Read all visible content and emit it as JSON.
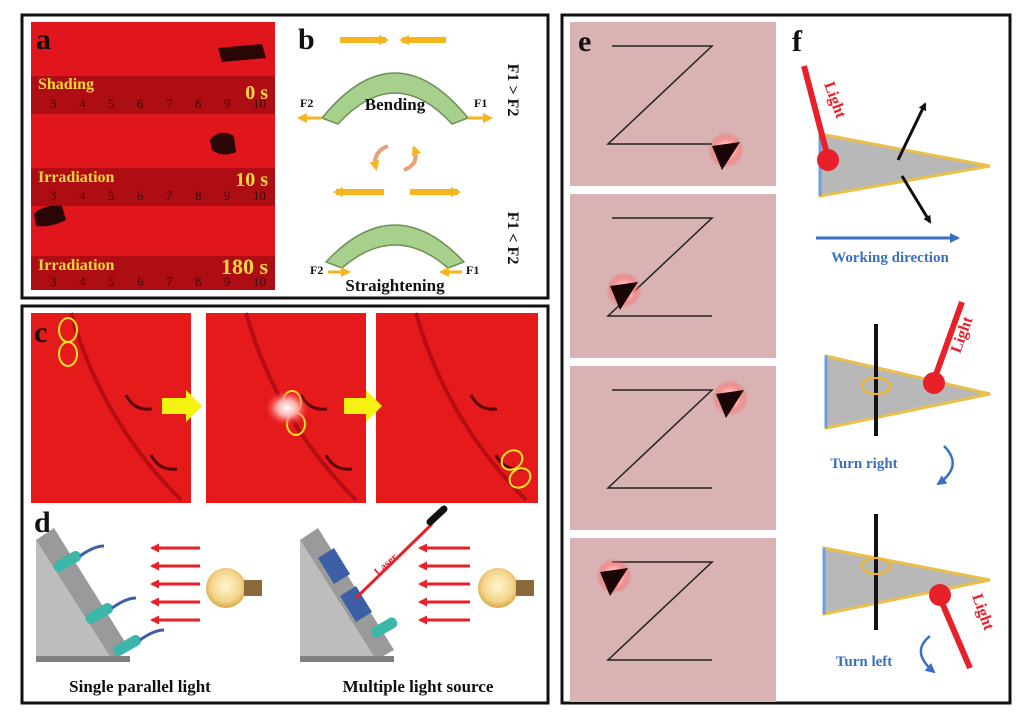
{
  "panels": {
    "a": {
      "letter": "a",
      "rows": [
        {
          "label": "Shading",
          "time": "0 s"
        },
        {
          "label": "Irradiation",
          "time": "10 s"
        },
        {
          "label": "Irradiation",
          "time": "180 s"
        }
      ],
      "ruler_numbers": [
        "3",
        "4",
        "5",
        "6",
        "7",
        "8",
        "9",
        "10"
      ]
    },
    "b": {
      "letter": "b",
      "bending_label": "Bending",
      "straightening_label": "Straightening",
      "f1": "F1",
      "f2": "F2",
      "rel_top": "F1 > F2",
      "rel_bottom": "F1 < F2"
    },
    "c": {
      "letter": "c"
    },
    "d": {
      "letter": "d",
      "left_caption": "Single parallel light",
      "right_caption": "Multiple light source",
      "laser_label": "Laser"
    },
    "e": {
      "letter": "e"
    },
    "f": {
      "letter": "f",
      "light_label": "Light",
      "working_direction": "Working direction",
      "turn_right": "Turn right",
      "turn_left": "Turn left"
    }
  },
  "colors": {
    "arrow_orange": "#f5b51c",
    "film_green": "#a8d08d",
    "light_red": "#e8202a",
    "blue_text": "#3a6fc4",
    "triangle_gray": "#b8b8b8"
  }
}
